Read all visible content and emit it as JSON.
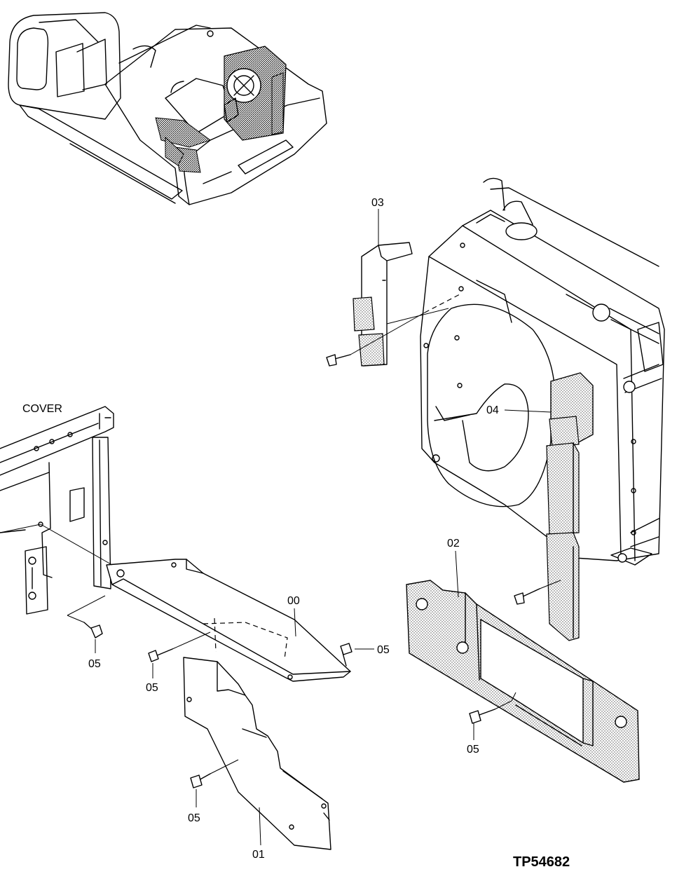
{
  "labels": {
    "p00": "00",
    "p01": "01",
    "p02": "02",
    "p03": "03",
    "p04": "04",
    "p05a": "05",
    "p05b": "05",
    "p05c": "05",
    "p05d": "05",
    "p05e": "05",
    "cover": "COVER"
  },
  "drawing_code": "TP54682"
}
